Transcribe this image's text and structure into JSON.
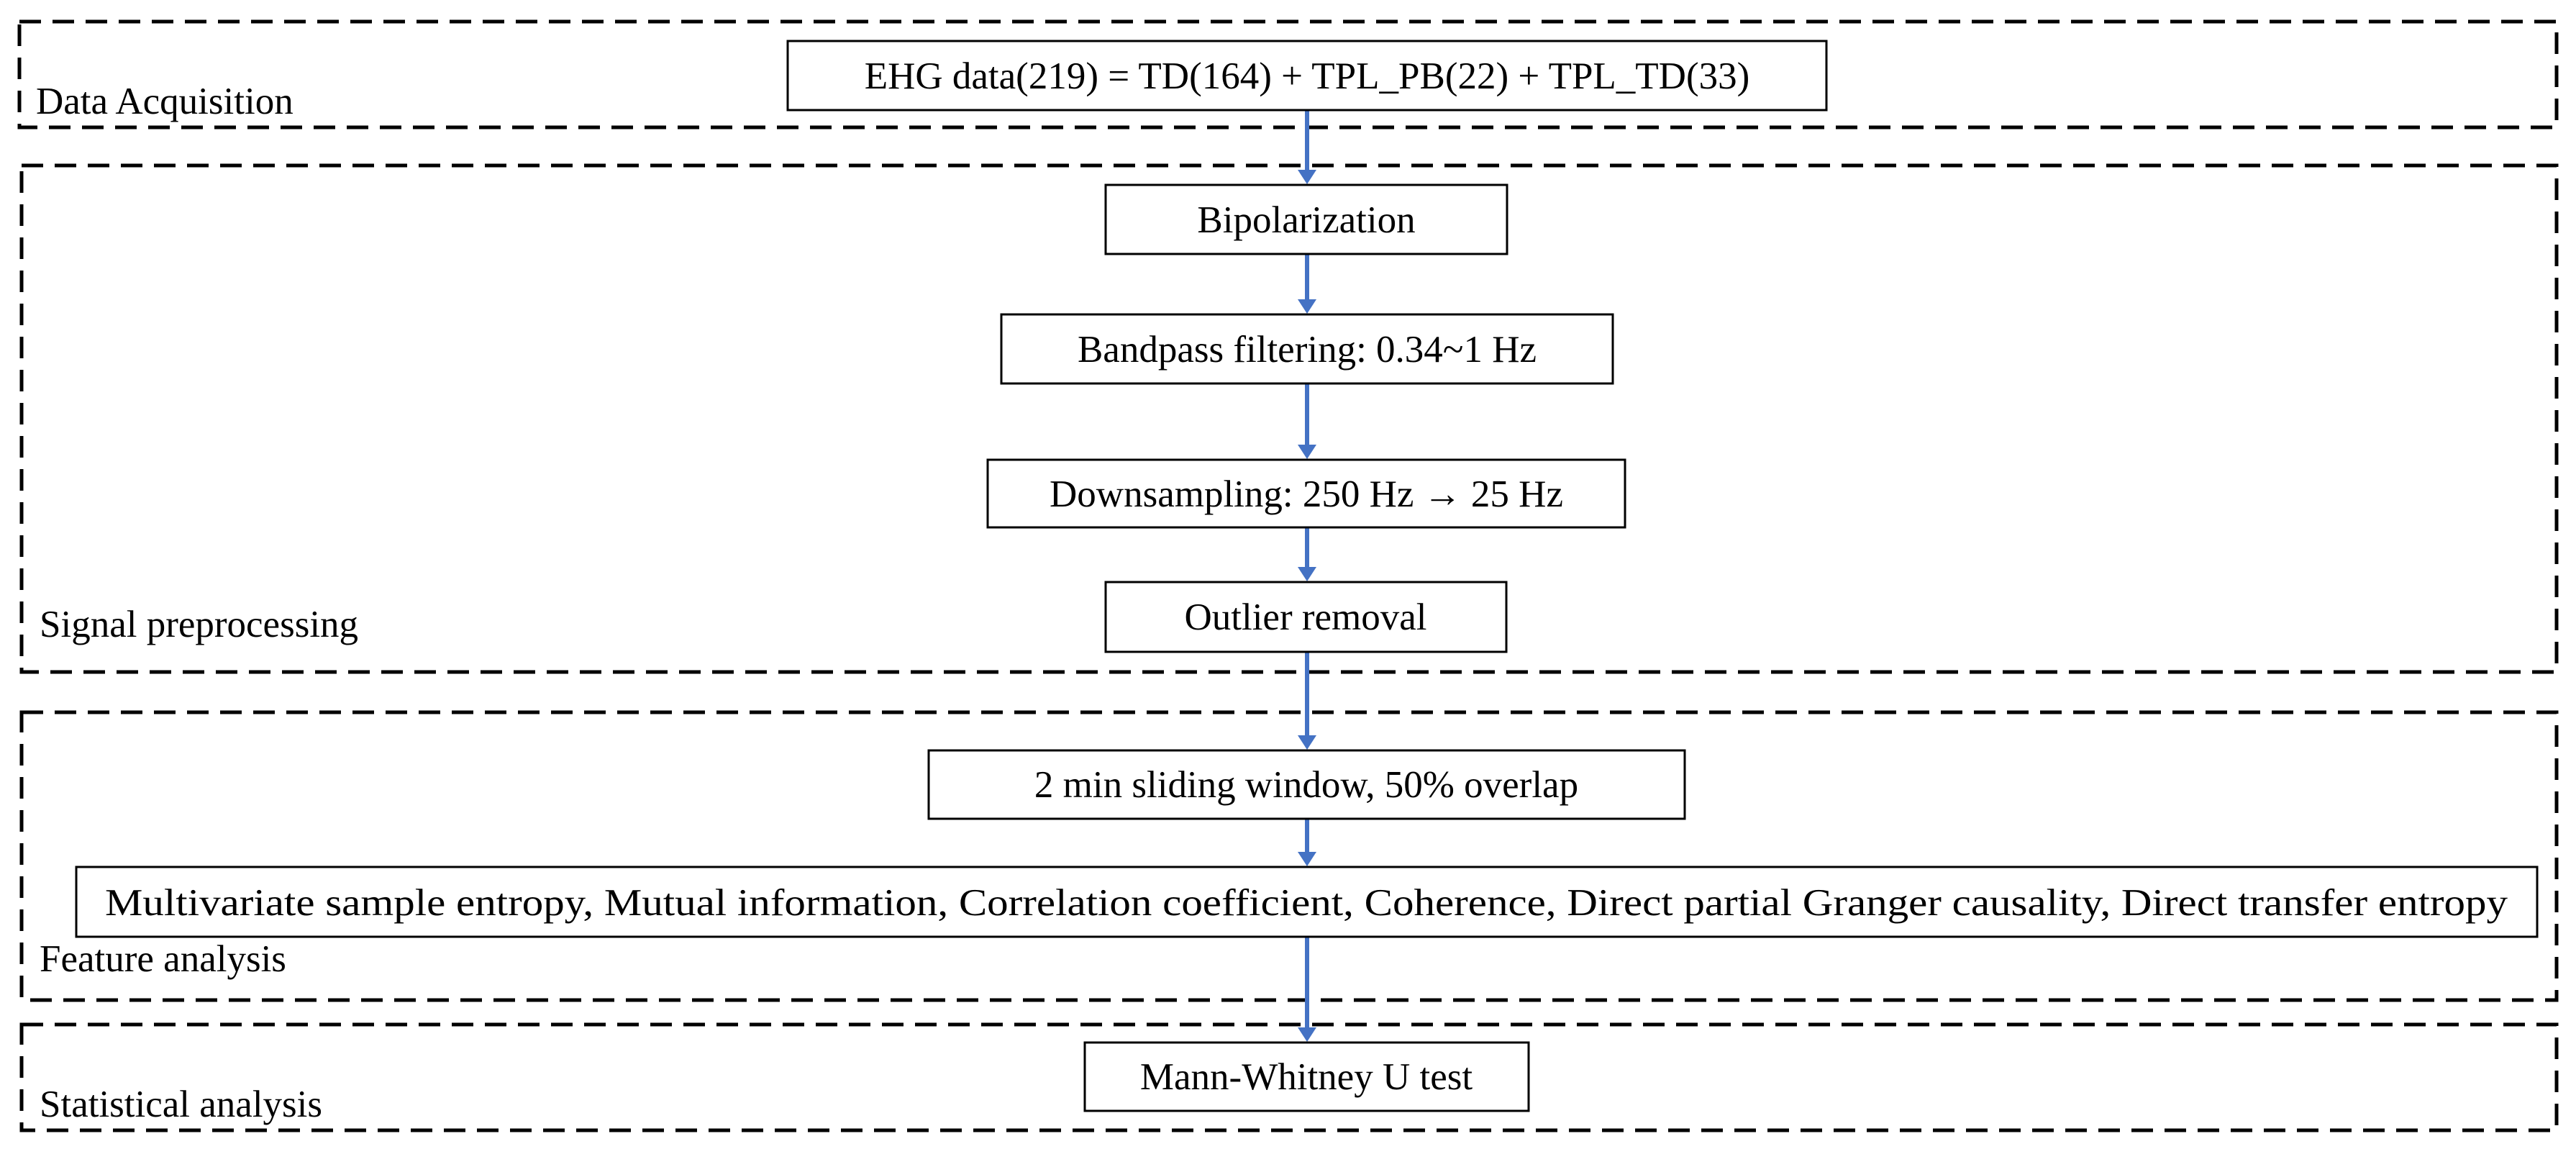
{
  "sections": {
    "data_acquisition": "Data Acquisition",
    "signal_preprocessing": "Signal preprocessing",
    "feature_analysis": "Feature analysis",
    "statistical_analysis": "Statistical analysis"
  },
  "steps": {
    "ehg_data": "EHG data(219) = TD(164) + TPL_PB(22) + TPL_TD(33)",
    "bipolarization": "Bipolarization",
    "bandpass": "Bandpass filtering: 0.34~1 Hz",
    "downsampling": "Downsampling: 250 Hz → 25 Hz",
    "outlier_removal": "Outlier removal",
    "sliding_window": "2 min sliding window, 50% overlap",
    "features": "Multivariate sample entropy, Mutual information, Correlation coefficient, Coherence, Direct partial Granger causality, Direct transfer entropy",
    "mann_whitney": "Mann-Whitney U test"
  },
  "colors": {
    "arrow": "#4472c4",
    "border": "#000000"
  }
}
